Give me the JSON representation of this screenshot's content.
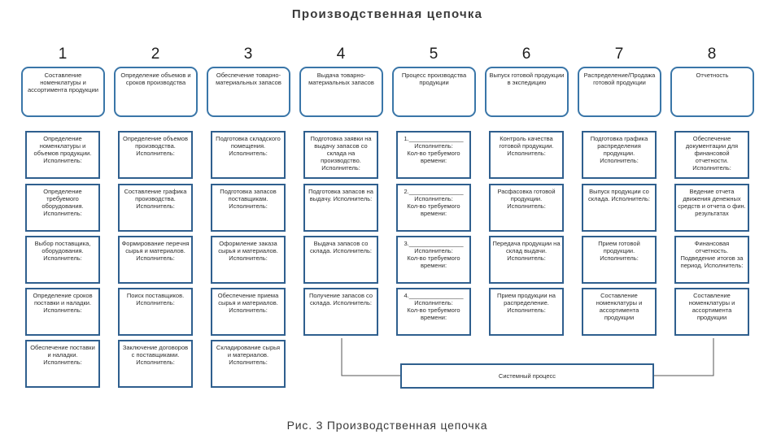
{
  "title": "Производственная цепочка",
  "caption": "Рис. 3 Производственная цепочка",
  "system_process": "Системный процесс",
  "stages": [
    {
      "num": "1",
      "label": "Составление номенклатуры и ассортимента продукции"
    },
    {
      "num": "2",
      "label": "Определение объемов и сроков производства"
    },
    {
      "num": "3",
      "label": "Обеспечение товарно-материальных запасов"
    },
    {
      "num": "4",
      "label": "Выдача товарно-материальных запасов"
    },
    {
      "num": "5",
      "label": "Процесс производства продукции"
    },
    {
      "num": "6",
      "label": "Выпуск готовой продукции в экспедицию"
    },
    {
      "num": "7",
      "label": "Распределение/Продажа готовой продукции"
    },
    {
      "num": "8",
      "label": "Отчетность"
    }
  ],
  "tasks": [
    [
      "Определение номенклатуры и объемов продукции. Исполнитель:",
      "Определение требуемого оборудования. Исполнитель:",
      "Выбор поставщика, оборудования. Исполнитель:",
      "Определение сроков поставки и наладки. Исполнитель:",
      "Обеспечение поставки и наладки. Исполнитель:"
    ],
    [
      "Определение объемов производства. Исполнитель:",
      "Составление графика производства. Исполнитель:",
      "Формирование перечня сырья и материалов. Исполнитель:",
      "Поиск поставщиков. Исполнитель:",
      "Заключение договоров с поставщиками. Исполнитель:"
    ],
    [
      "Подготовка складского помещения. Исполнитель:",
      "Подготовка запасов поставщикам. Исполнитель:",
      "Оформление заказа сырья и материалов. Исполнитель:",
      "Обеспечение приема сырья и материалов. Исполнитель:",
      "Складирование сырья и материалов. Исполнитель:"
    ],
    [
      "Подготовка заявки на выдачу запасов со склада на производство. Исполнитель:",
      "Подготовка запасов на выдачу. Исполнитель:",
      "Выдача запасов со склада. Исполнитель:",
      "Получение запасов со склада. Исполнитель:"
    ],
    [
      "1.________________\nИсполнитель:\nКол-во требуемого времени:",
      "2.________________\nИсполнитель:\nКол-во требуемого времени:",
      "3.________________\nИсполнитель:\nКол-во требуемого времени:",
      "4.________________\nИсполнитель:\nКол-во требуемого времени:"
    ],
    [
      "Контроль качества готовой продукции. Исполнитель:",
      "Расфасовка готовой продукции. Исполнитель:",
      "Передача продукции на склад выдачи. Исполнитель:",
      "Прием продукции на распределение. Исполнитель:"
    ],
    [
      "Подготовка графика распределения продукции. Исполнитель:",
      "Выпуск продукции со склада. Исполнитель:",
      "Прием готовой продукции. Исполнитель:",
      "Составление номенклатуры и ассортимента продукции"
    ],
    [
      "Обеспечение документации для финансовой отчетности. Исполнитель:",
      "Ведение отчета движения денежных средств и отчета о фин. результатах",
      "Финансовая отчетность. Подведение итогов за период. Исполнитель:",
      "Составление номенклатуры и ассортимента продукции"
    ]
  ]
}
